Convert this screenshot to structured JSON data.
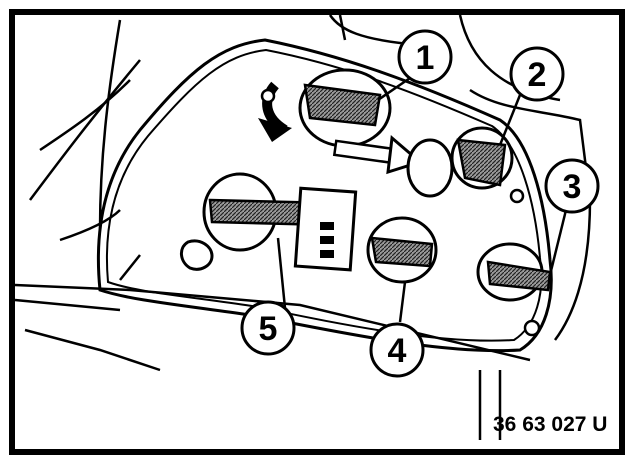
{
  "figure": {
    "reference_code": "36 63 027 U",
    "callouts": [
      {
        "id": "1",
        "label": "1"
      },
      {
        "id": "2",
        "label": "2"
      },
      {
        "id": "3",
        "label": "3"
      },
      {
        "id": "4",
        "label": "4"
      },
      {
        "id": "5",
        "label": "5"
      }
    ],
    "colors": {
      "ink": "#000000",
      "paper": "#ffffff",
      "shade": "#5a5a5a"
    }
  }
}
